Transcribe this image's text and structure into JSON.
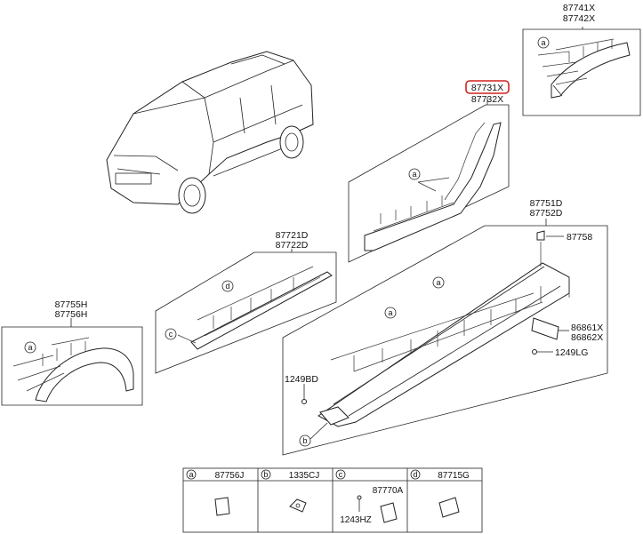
{
  "parts": {
    "rear_arch_upper": "87741X",
    "rear_arch_lower": "87742X",
    "door_garnish_upper": "87731X",
    "door_garnish_lower": "87732X",
    "side_sill_upper": "87751D",
    "side_sill_lower": "87752D",
    "clip_87758": "87758",
    "side_garnish_upper": "87721D",
    "side_garnish_lower": "87722D",
    "front_arch_upper": "87755H",
    "front_arch_lower": "87756H",
    "bracket_upper": "86861X",
    "bracket_lower": "86862X",
    "bolt_left": "1249BD",
    "bolt_right": "1249LG"
  },
  "callouts": {
    "a": "a",
    "b": "b",
    "c": "c",
    "d": "d"
  },
  "legend": [
    {
      "key": "a",
      "part": "87756J"
    },
    {
      "key": "b",
      "part": "1335CJ"
    },
    {
      "key": "c",
      "part": "87770A",
      "extra": "1243HZ"
    },
    {
      "key": "d",
      "part": "87715G"
    }
  ],
  "highlight_color": "#d0231f"
}
